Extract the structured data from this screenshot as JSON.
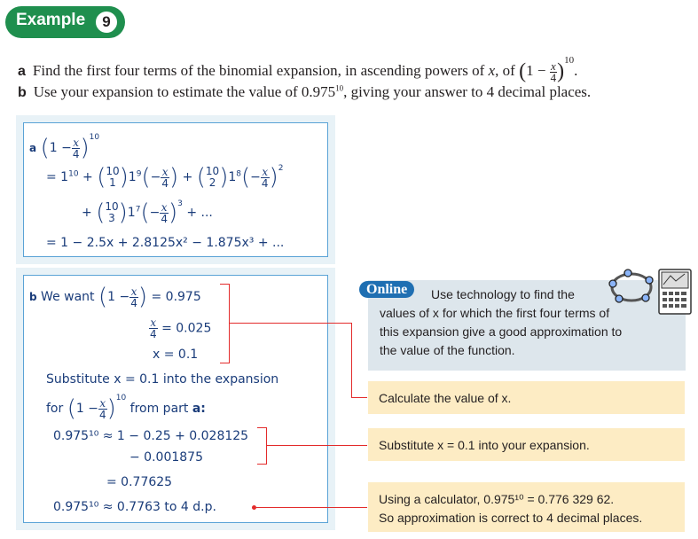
{
  "example": {
    "label": "Example",
    "number": "9"
  },
  "questions": {
    "a_letter": "a",
    "a_text": "Find the first four terms of the binomial expansion, in ascending powers of",
    "a_var": "x",
    "a_of": ", of",
    "b_letter": "b",
    "b_text_pre": "Use your expansion to estimate the value of 0.975",
    "b_exp": "10",
    "b_text_post": ", giving your answer to 4 decimal places."
  },
  "part_a": {
    "label": "a",
    "line2_prefix": "= 1",
    "line3_tail": "+ ...",
    "line4": "= 1 − 2.5x + 2.8125x² − 1.875x³ + ..."
  },
  "part_b": {
    "label": "b",
    "we_want": "We want",
    "eq1_rhs": "= 0.975",
    "eq2_rhs": "= 0.025",
    "eq3": "x = 0.1",
    "substitute_line": "Substitute x = 0.1 into the expansion",
    "for_text": "for",
    "from_part": "from part",
    "from_part_bold": "a:",
    "calc_line1": "0.975¹⁰ ≈ 1 − 0.25 + 0.028125",
    "calc_line2": "− 0.001875",
    "calc_line3": "= 0.77625",
    "calc_line4": "0.975¹⁰ ≈ 0.7763 to 4 d.p."
  },
  "online": {
    "pill": "Online",
    "text1": "Use technology to find the",
    "text2": "values of x for which the first four terms of",
    "text3": "this expansion give a good approximation to",
    "text4": "the value of the function."
  },
  "notes": {
    "calc_x": "Calculate the value of x.",
    "substitute": "Substitute x = 0.1 into your expansion.",
    "using_calc_1": "Using a calculator, 0.975¹⁰ = 0.776 329 62.",
    "using_calc_2": "So approximation is correct to 4 decimal places."
  },
  "colors": {
    "green": "#1f8f4e",
    "blue_ink": "#1a3c7a",
    "red": "#e32b2b",
    "note": "#fdecc4",
    "online": "#dde6ec"
  }
}
